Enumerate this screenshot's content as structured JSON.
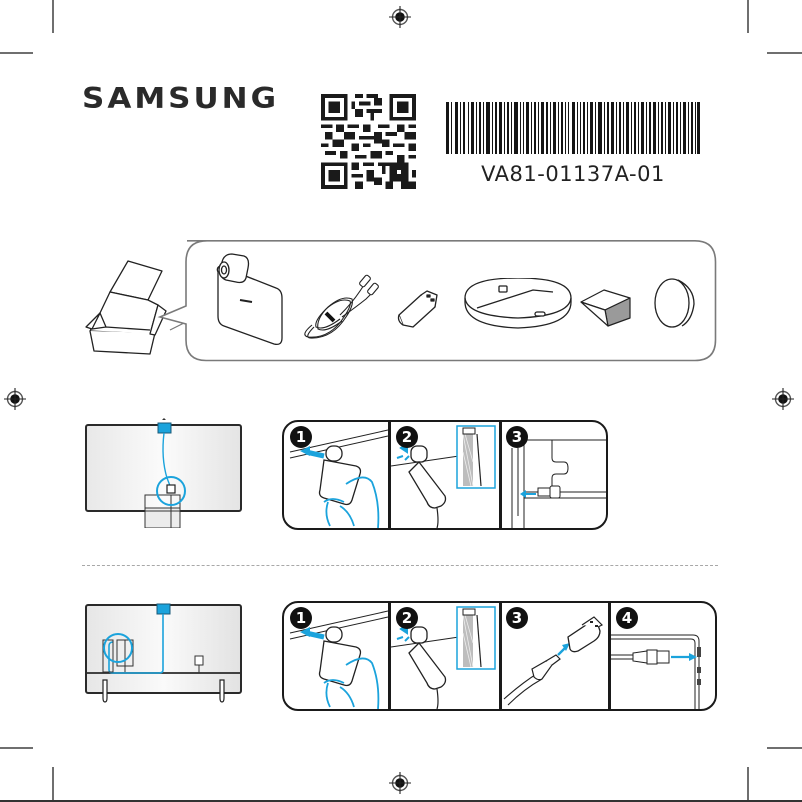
{
  "header": {
    "brand": "SAMSUNG",
    "part_number": "VA81-01137A-01",
    "qr_code": "qr-code",
    "barcode": "barcode"
  },
  "contents": {
    "box_icon": "open-box",
    "items": [
      "camera",
      "usb-c-cable",
      "usb-adapter",
      "round-stand",
      "wedge-spacer",
      "round-pad"
    ]
  },
  "installation_a": {
    "overview": "tv-wall-mount-rear-view",
    "steps": [
      {
        "number": "1",
        "icon": "attach-camera"
      },
      {
        "number": "2",
        "icon": "camera-clip-detail"
      },
      {
        "number": "3",
        "icon": "plug-usb-cable"
      }
    ]
  },
  "installation_b": {
    "overview": "tv-stand-rear-view",
    "steps": [
      {
        "number": "1",
        "icon": "attach-camera"
      },
      {
        "number": "2",
        "icon": "camera-clip-detail"
      },
      {
        "number": "3",
        "icon": "connect-adapter"
      },
      {
        "number": "4",
        "icon": "plug-into-tv-port"
      }
    ]
  },
  "colors": {
    "accent": "#1ba3dc",
    "ink": "#222222",
    "crop_marks": "#6f6f6f"
  }
}
